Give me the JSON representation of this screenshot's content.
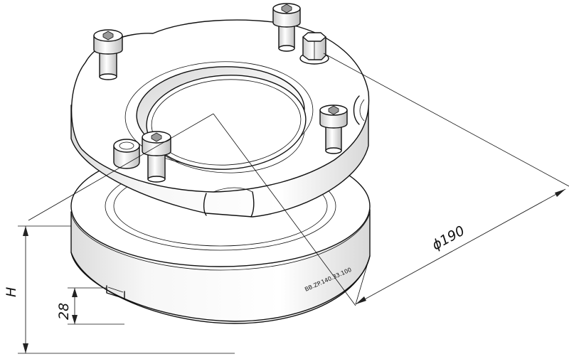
{
  "dimensions": {
    "diameter": "ϕ190",
    "height": "H",
    "base_height": "28"
  },
  "engraving": "BB.ZP.140.33.100"
}
